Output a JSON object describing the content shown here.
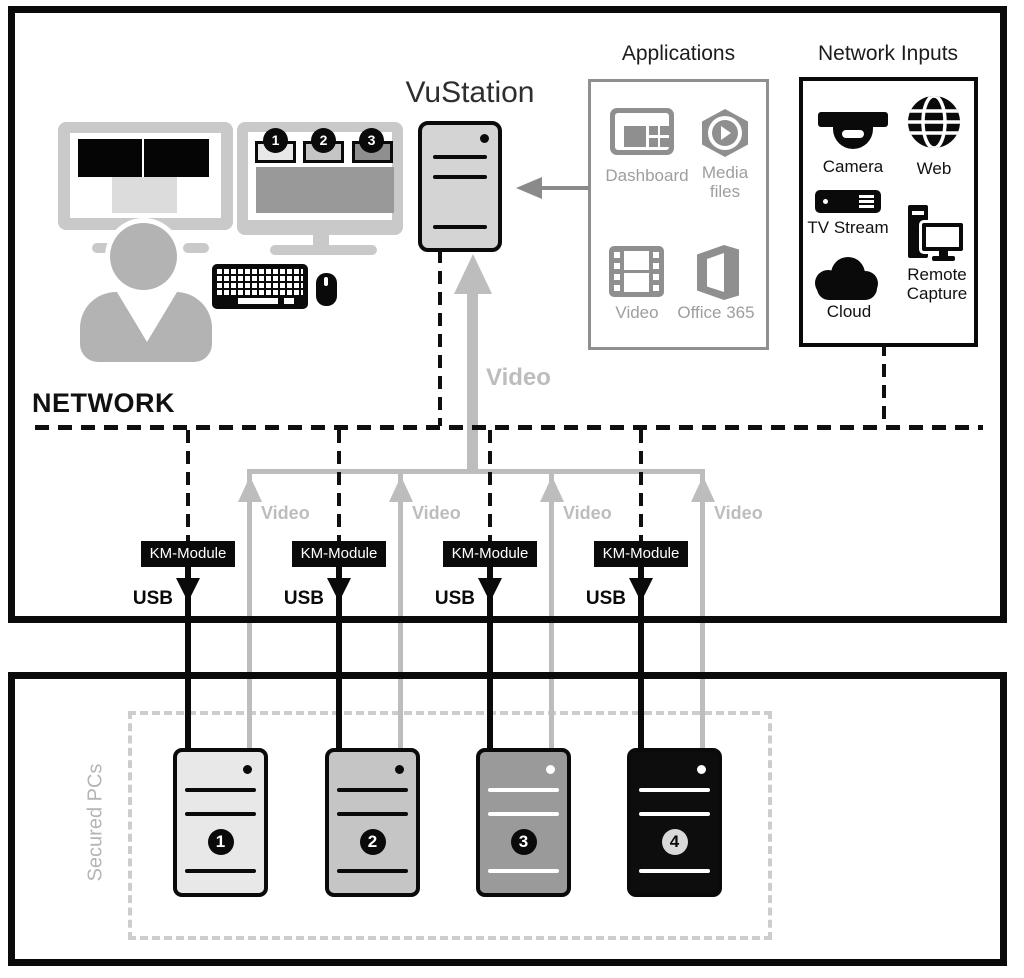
{
  "workstation": {
    "vustation_label": "VuStation",
    "monitor_windows": [
      {
        "number": "1",
        "fill": "#e8e8e8"
      },
      {
        "number": "2",
        "fill": "#c5c5c5"
      },
      {
        "number": "3",
        "fill": "#8f8f8f"
      }
    ]
  },
  "applications": {
    "title": "Applications",
    "items": [
      {
        "label": "Dashboard",
        "icon": "dashboard-icon"
      },
      {
        "label": "Media files",
        "icon": "media-files-icon"
      },
      {
        "label": "Video",
        "icon": "video-filmstrip-icon"
      },
      {
        "label": "Office 365",
        "icon": "office-365-icon"
      }
    ]
  },
  "network_inputs": {
    "title": "Network Inputs",
    "items": [
      {
        "label": "Camera",
        "icon": "camera-icon"
      },
      {
        "label": "Web",
        "icon": "globe-icon"
      },
      {
        "label": "TV Stream",
        "icon": "tv-stream-icon"
      },
      {
        "label": "Remote Capture",
        "icon": "remote-capture-icon"
      },
      {
        "label": "Cloud",
        "icon": "cloud-icon"
      }
    ]
  },
  "network": {
    "label": "NETWORK",
    "video_main_label": "Video",
    "video_labels": [
      {
        "label": "Video"
      },
      {
        "label": "Video"
      },
      {
        "label": "Video"
      },
      {
        "label": "Video"
      }
    ],
    "km_modules": [
      {
        "label": "KM-Module",
        "usb": "USB"
      },
      {
        "label": "KM-Module",
        "usb": "USB"
      },
      {
        "label": "KM-Module",
        "usb": "USB"
      },
      {
        "label": "KM-Module",
        "usb": "USB"
      }
    ]
  },
  "secured": {
    "title": "Secured PCs",
    "pcs": [
      {
        "number": "1",
        "fill": "#e8e8e8"
      },
      {
        "number": "2",
        "fill": "#c5c5c5"
      },
      {
        "number": "3",
        "fill": "#9a9a9a"
      },
      {
        "number": "4",
        "fill": "#0d0d0d"
      }
    ]
  },
  "colors": {
    "frame_black": "#0a0a0a",
    "video_gray": "#bdbdbd",
    "icon_gray": "#8f8f8f",
    "app_label_gray": "#9e9e9e",
    "monitor_gray": "#c9c9c9",
    "person_gray": "#b3b3b3",
    "server_fill": "#d4d4d4",
    "dash_light": "#cdcdcd"
  }
}
